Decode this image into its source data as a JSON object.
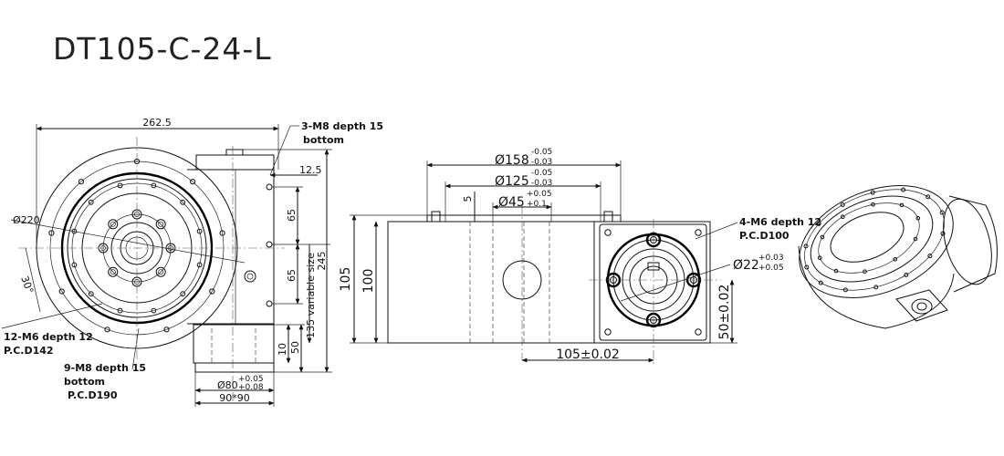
{
  "title": "DT105-C-24-L",
  "front_view": {
    "width_total": "262.5",
    "diameter": "Ø220",
    "angle": "30°",
    "right_offset": "12.5",
    "spacing_upper": "65",
    "spacing_lower": "65",
    "height_total": "245",
    "variable_size": "135 variable size",
    "step_10": "10",
    "step_50": "50",
    "hub_dia": "Ø80",
    "hub_tol_upper": "+0.05",
    "hub_tol_lower": "+0.08",
    "flange": "90*90",
    "note_3m8_line1": "3-M8 depth 15",
    "note_3m8_line2": "bottom",
    "note_12m6_line1": "12-M6 depth 12",
    "note_12m6_line2": "P.C.D142",
    "note_9m8_line1": "9-M8 depth 15",
    "note_9m8_line2": "bottom",
    "note_9m8_line3": "P.C.D190"
  },
  "side_view": {
    "dia_158": "Ø158",
    "dia_158_upper": "-0.05",
    "dia_158_lower": "-0.03",
    "dia_125": "Ø125",
    "dia_125_upper": "-0.05",
    "dia_125_lower": "-0.03",
    "dia_45": "Ø45",
    "dia_45_upper": "+0.05",
    "dia_45_lower": "+0.1",
    "step_5": "5",
    "height_105": "105",
    "height_100": "100",
    "length_105": "105±0.02",
    "height_50": "50±0.02",
    "dia_22": "Ø22",
    "dia_22_upper": "+0.03",
    "dia_22_lower": "+0.05",
    "note_4m6_line1": "4-M6 depth 12",
    "note_4m6_line2": "P.C.D100"
  }
}
